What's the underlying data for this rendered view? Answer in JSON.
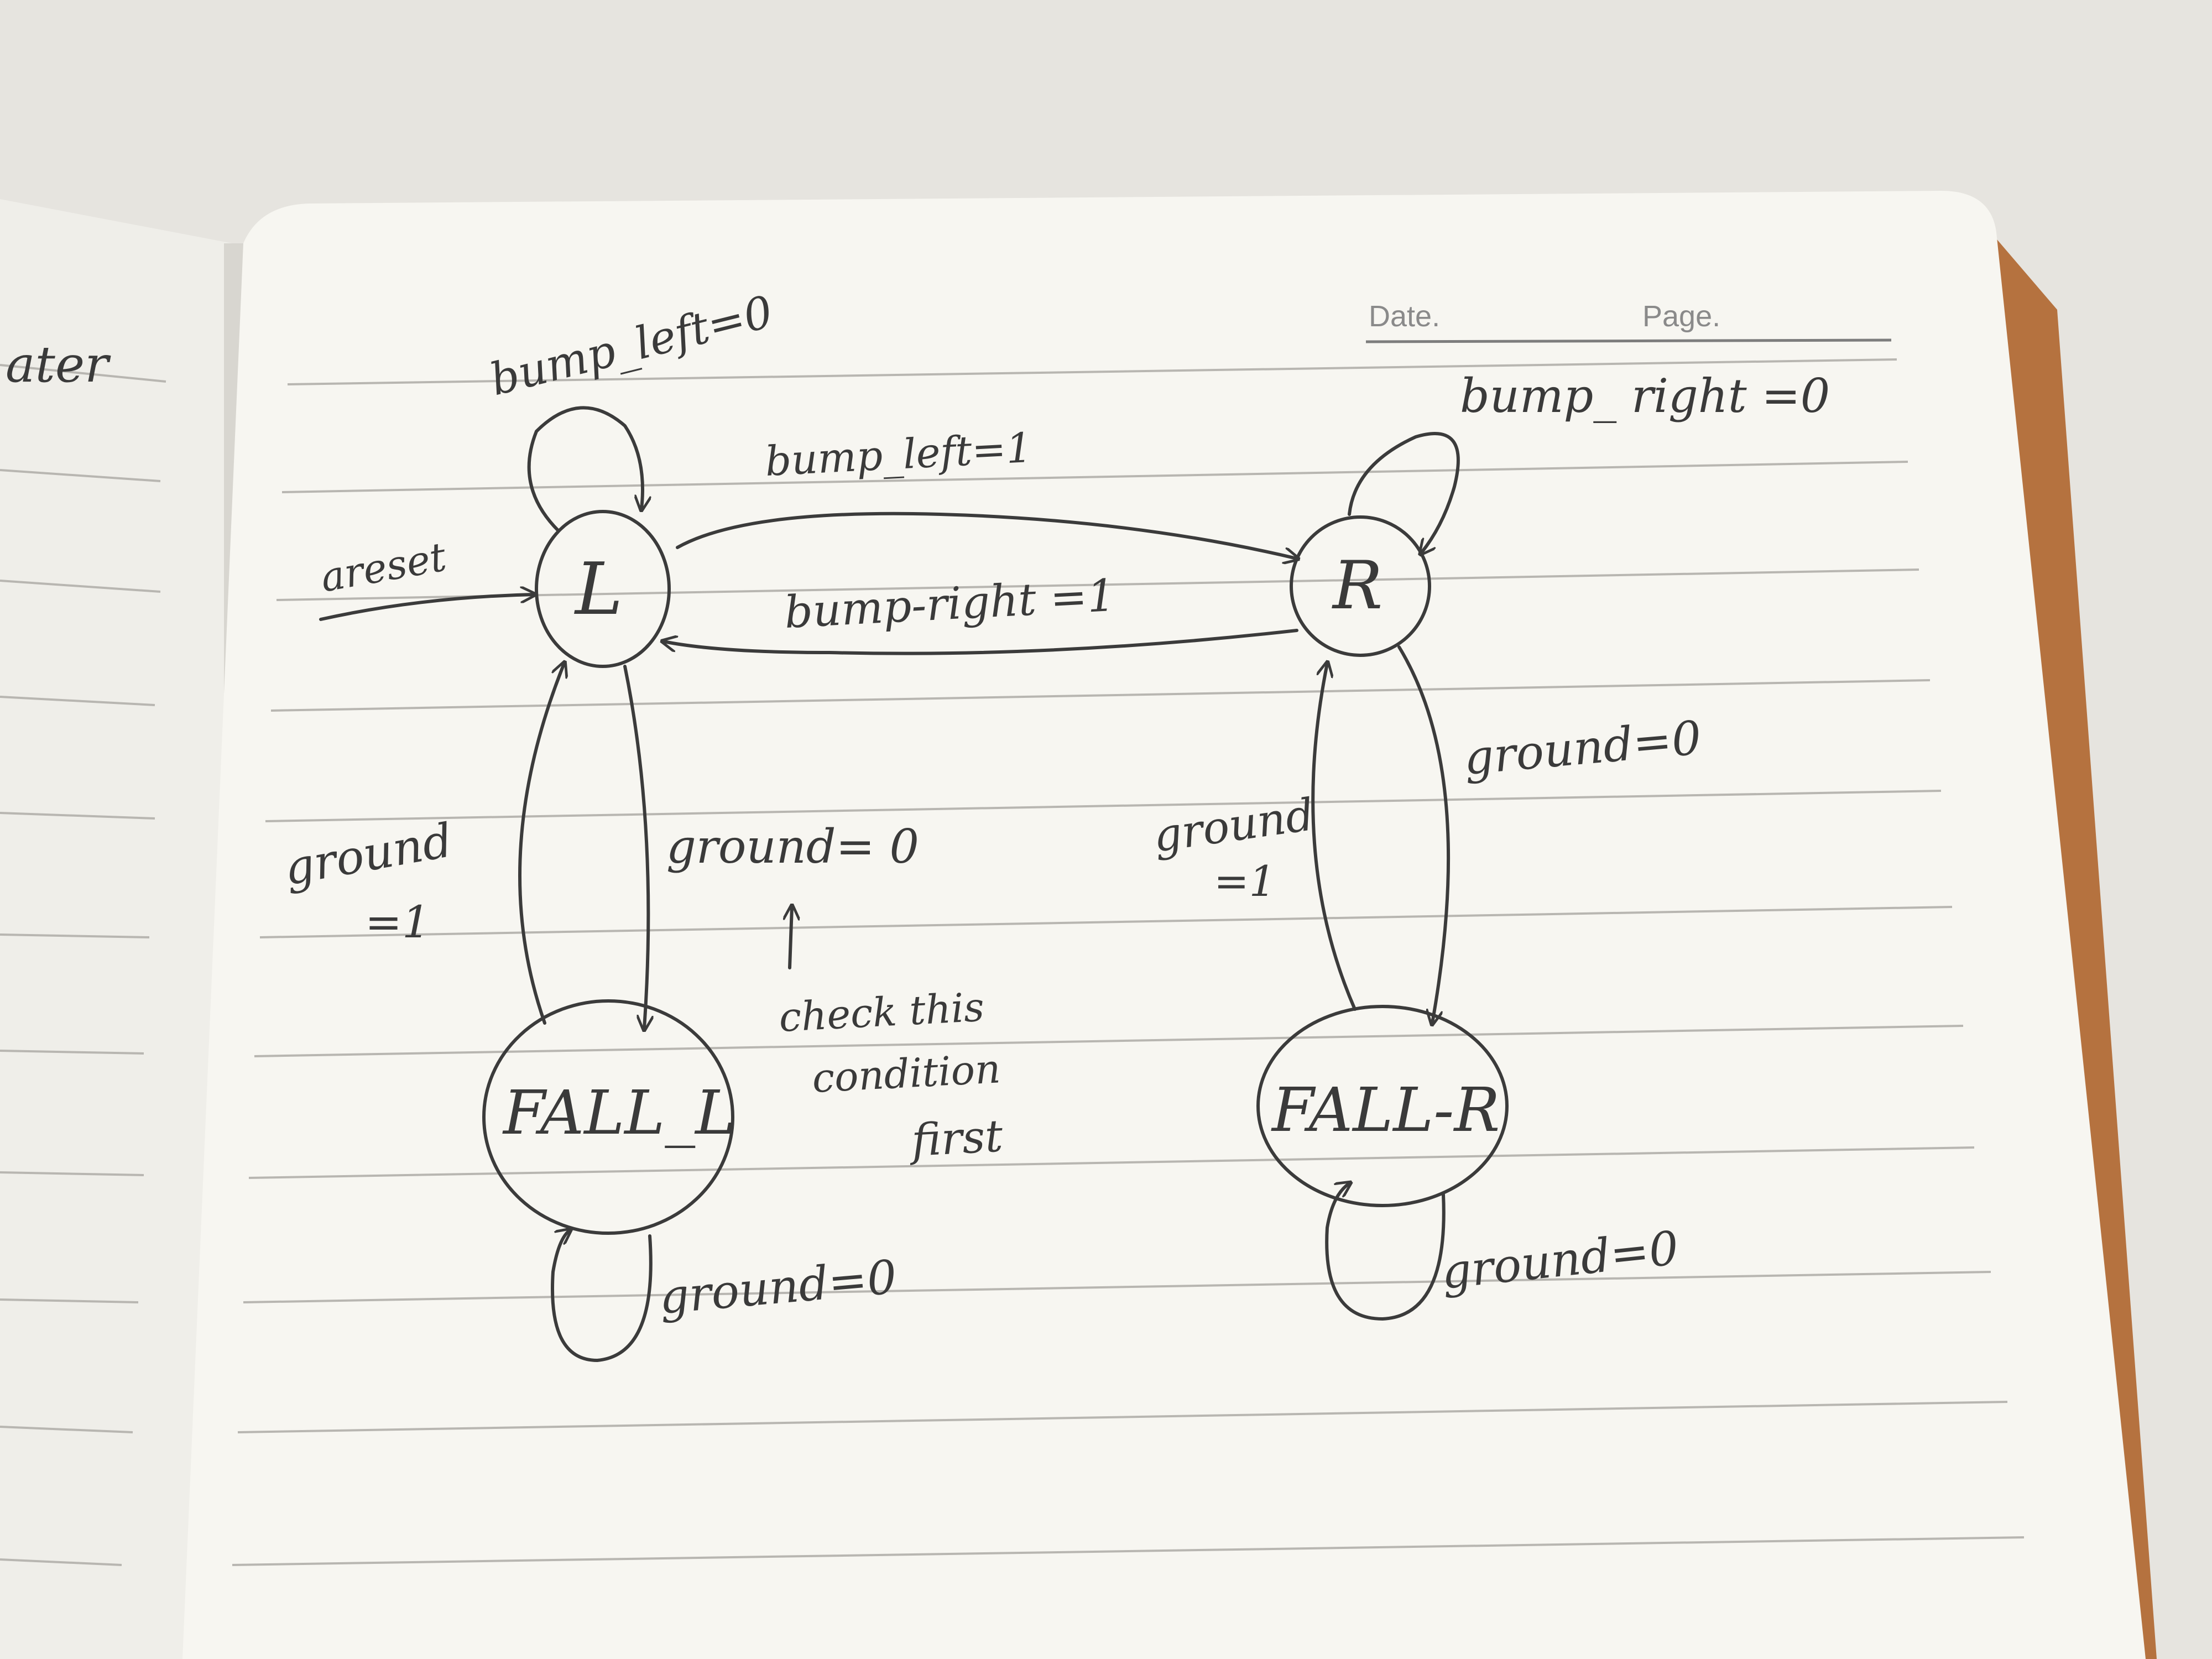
{
  "left_page": {
    "partial_word": "ater"
  },
  "header": {
    "date_label": "Date.",
    "page_label": "Page."
  },
  "states": {
    "L": "L",
    "R": "R",
    "FALL_L": "FALL_L",
    "FALL_R": "FALL-R"
  },
  "transitions": {
    "reset": "areset",
    "l_self": "bump_left=0",
    "l_to_r": "bump_left=1",
    "r_to_l": "bump-right =1",
    "r_self": "bump_ right =0",
    "l_to_fall_l": "ground= 0",
    "fall_l_to_l_line1": "ground",
    "fall_l_to_l_line2": "=1",
    "r_to_fall_r": "ground=0",
    "fall_r_to_r_line1": "ground",
    "fall_r_to_r_line2": "=1",
    "fall_l_self": "ground=0",
    "fall_r_self": "ground=0"
  },
  "note": {
    "line1": "check this",
    "line2": "condition",
    "line3": "first"
  },
  "colors": {
    "desk": "#e6e4df",
    "paper": "#f7f6f1",
    "left_paper": "#efeee9",
    "cover": "#b5723f",
    "ink": "#3b3b3b"
  }
}
